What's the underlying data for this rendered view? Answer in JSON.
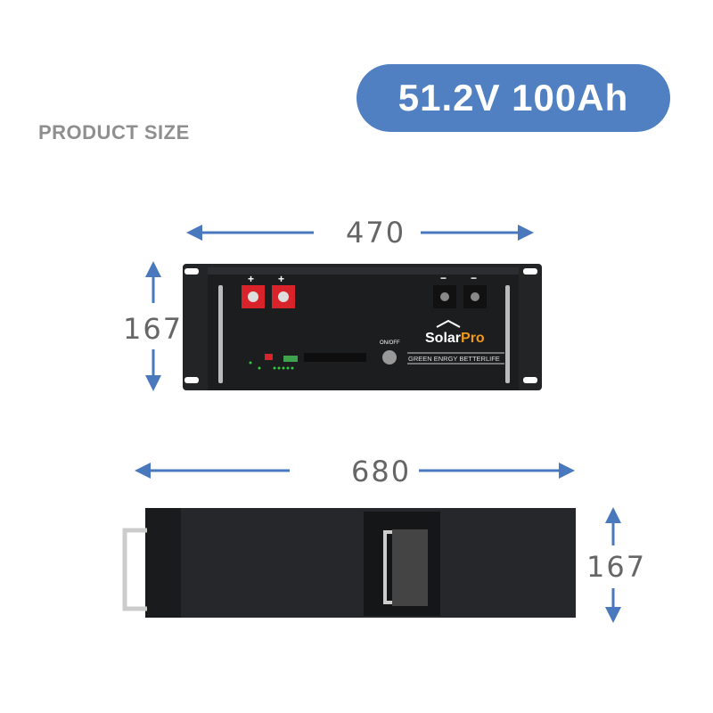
{
  "title": "51.2V 100Ah",
  "section_label": "PRODUCT SIZE",
  "dimensions": {
    "front_width": "470",
    "front_height": "167",
    "side_length": "680",
    "side_height": "167"
  },
  "product": {
    "brand_a": "Solar",
    "brand_b": "Pro",
    "slogan": "GREEN ENRGY BETTERLIFE",
    "switch_label": "ON/OFF",
    "pos": "+",
    "neg": "−"
  },
  "colors": {
    "accent": "#5080c2",
    "arrow": "#4a78bd",
    "brand_orange": "#f09a1a",
    "terminal_red": "#d8232a"
  }
}
